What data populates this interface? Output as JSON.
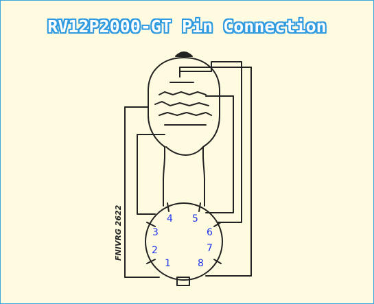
{
  "title": "RV12P2000-GT Pin Connection",
  "side_label": "FNIVRG 2622",
  "pins": {
    "p1": "1",
    "p2": "2",
    "p3": "3",
    "p4": "4",
    "p5": "5",
    "p6": "6",
    "p7": "7",
    "p8": "8"
  },
  "colors": {
    "background": "#fffbe0",
    "title_outline": "#2f9ae0",
    "pin_numbers": "#2233ee",
    "lines": "#222222"
  }
}
